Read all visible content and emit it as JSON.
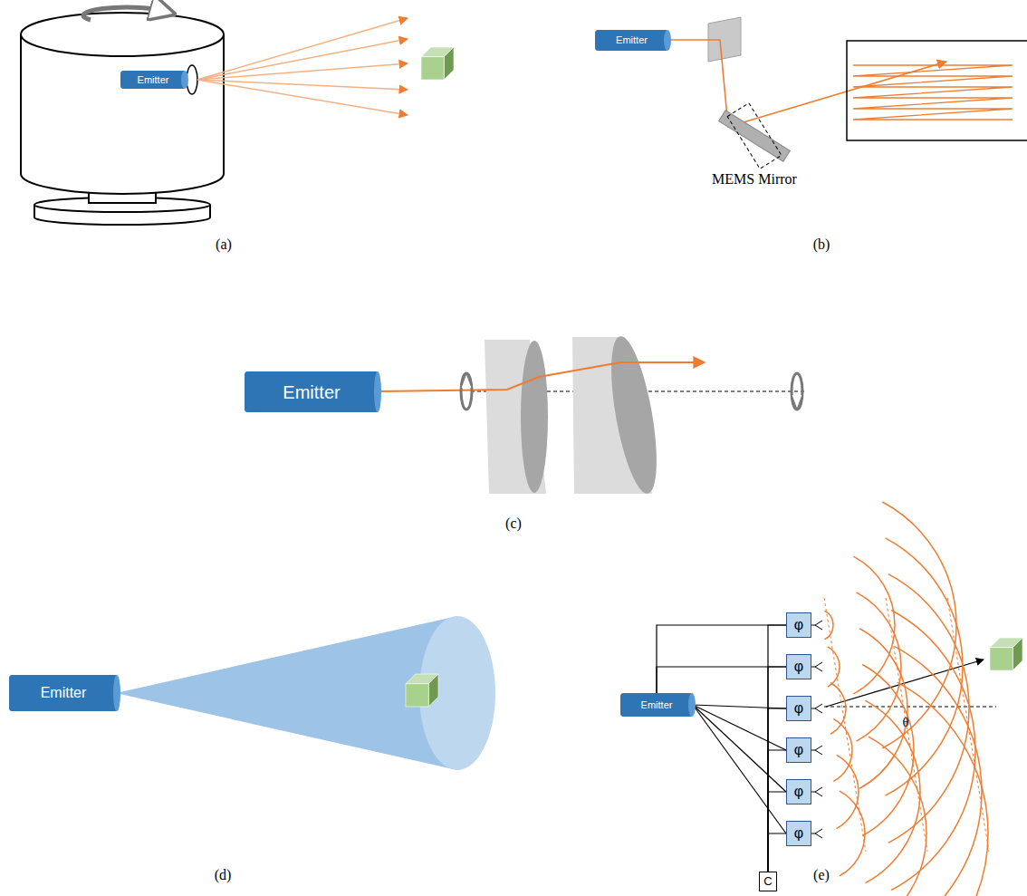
{
  "diagram": {
    "nodes": [
      {
        "text": [
          "Emitter"
        ]
      },
      {
        "text": [
          "Emitter"
        ]
      },
      {
        "text": [
          "Emitter"
        ]
      },
      {
        "text": [
          "Emitter"
        ]
      },
      {
        "text": [
          "Emitter"
        ]
      },
      {
        "text": [
          "φ"
        ]
      },
      {
        "text": [
          "φ"
        ]
      },
      {
        "text": [
          "φ"
        ]
      },
      {
        "text": [
          "φ"
        ]
      },
      {
        "text": [
          "φ"
        ]
      },
      {
        "text": [
          "φ"
        ]
      },
      {
        "text": [
          "C"
        ]
      }
    ],
    "edges": [
      {
        "from": 4,
        "to": 5,
        "arrow": "none"
      },
      {
        "from": 4,
        "to": 6,
        "arrow": "none"
      },
      {
        "from": 4,
        "to": 7,
        "arrow": "none"
      },
      {
        "from": 4,
        "to": 8,
        "arrow": "none"
      },
      {
        "from": 4,
        "to": 9,
        "arrow": "none"
      },
      {
        "from": 4,
        "to": 10,
        "arrow": "none"
      },
      {
        "from": 11,
        "to": 5,
        "arrow": "none"
      },
      {
        "from": 11,
        "to": 6,
        "arrow": "none"
      },
      {
        "from": 11,
        "to": 7,
        "arrow": "none"
      },
      {
        "from": 11,
        "to": 8,
        "arrow": "none"
      },
      {
        "from": 11,
        "to": 9,
        "arrow": "none"
      },
      {
        "from": 11,
        "to": 10,
        "arrow": "none"
      }
    ],
    "labels": [
      "(a)",
      "(b)",
      "(c)",
      "(d)",
      "(e)",
      "MEMS Mirror",
      "θ"
    ]
  }
}
